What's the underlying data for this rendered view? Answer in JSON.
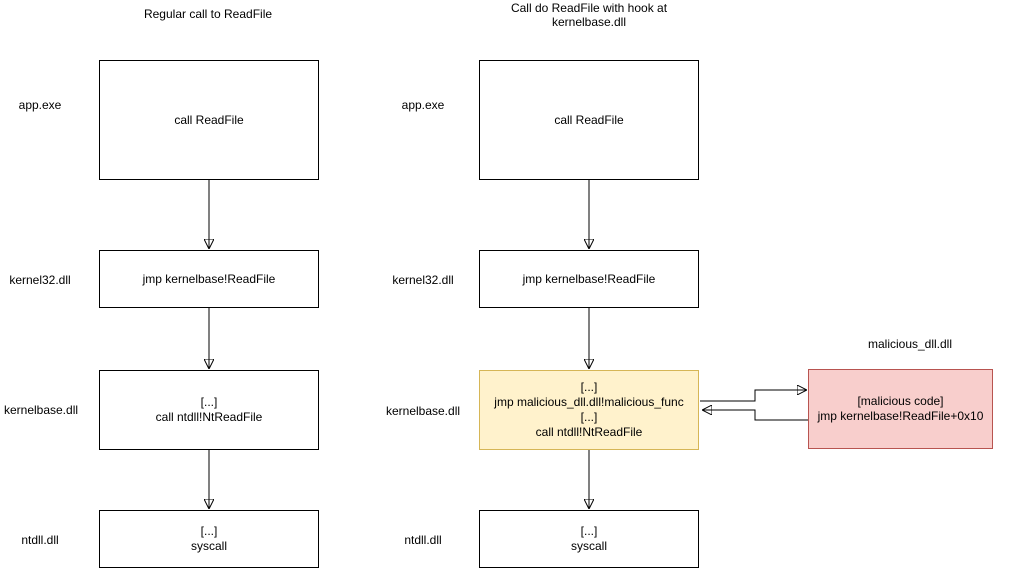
{
  "left": {
    "title": "Regular call to ReadFile",
    "labels": {
      "app": "app.exe",
      "kernel32": "kernel32.dll",
      "kernelbase": "kernelbase.dll",
      "ntdll": "ntdll.dll"
    },
    "boxes": {
      "app": {
        "line1": "call ReadFile"
      },
      "kernel32": {
        "line1": "jmp kernelbase!ReadFile"
      },
      "kernelbase": {
        "line1": "[...]",
        "line2": "call ntdll!NtReadFile"
      },
      "ntdll": {
        "line1": "[...]",
        "line2": "syscall"
      }
    }
  },
  "right": {
    "title": {
      "line1": "Call do ReadFile with hook at",
      "line2": "kernelbase.dll"
    },
    "labels": {
      "app": "app.exe",
      "kernel32": "kernel32.dll",
      "kernelbase": "kernelbase.dll",
      "ntdll": "ntdll.dll",
      "malicious": "malicious_dll.dll"
    },
    "boxes": {
      "app": {
        "line1": "call ReadFile"
      },
      "kernel32": {
        "line1": "jmp kernelbase!ReadFile"
      },
      "kernelbase": {
        "line1": "[...]",
        "line2": "jmp malicious_dll.dll!malicious_func",
        "line3": "[...]",
        "line4": "call ntdll!NtReadFile"
      },
      "ntdll": {
        "line1": "[...]",
        "line2": "syscall"
      },
      "malicious": {
        "line1": "[malicious code]",
        "line2": "jmp kernelbase!ReadFile+0x10"
      }
    }
  },
  "colors": {
    "hooked_box_fill": "#FFF2CC",
    "hooked_box_stroke": "#D6B656",
    "malicious_box_fill": "#F8CECC",
    "malicious_box_stroke": "#B85450",
    "default_box_fill": "#FFFFFF",
    "default_box_stroke": "#000000",
    "text": "#000000"
  }
}
